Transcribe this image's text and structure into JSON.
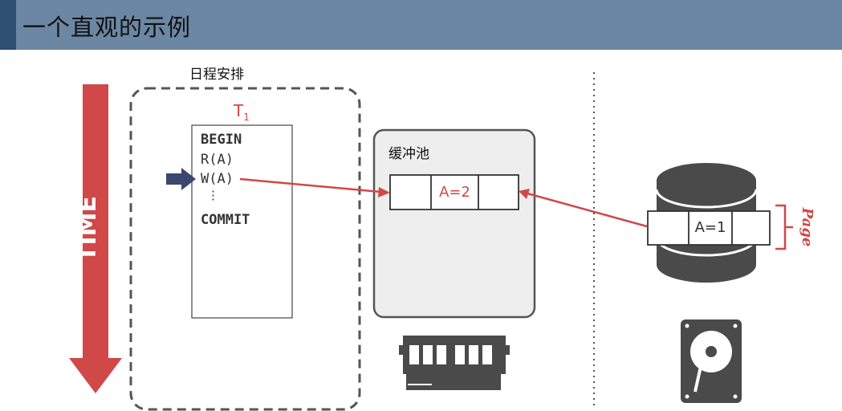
{
  "title": "一个直观的示例",
  "schedule": {
    "label": "日程安排",
    "txn_name": "T",
    "txn_sub": "1",
    "ops": [
      "BEGIN",
      "R(A)",
      "W(A)",
      "⋮",
      "COMMIT"
    ]
  },
  "time_label": "TIME",
  "buffer_pool": {
    "label": "缓冲池",
    "slot_value": "A=2"
  },
  "disk": {
    "slot_value": "A=1",
    "page_label": "Page"
  },
  "colors": {
    "header": "#6b87a4",
    "header_accent": "#2f4f73",
    "accent_red": "#d04848",
    "arrow_navy": "#3a4870",
    "dark_gray": "#4a4a4a"
  },
  "icons": [
    "time-arrow-icon",
    "memory-chip-icon",
    "database-icon",
    "hard-drive-icon"
  ]
}
